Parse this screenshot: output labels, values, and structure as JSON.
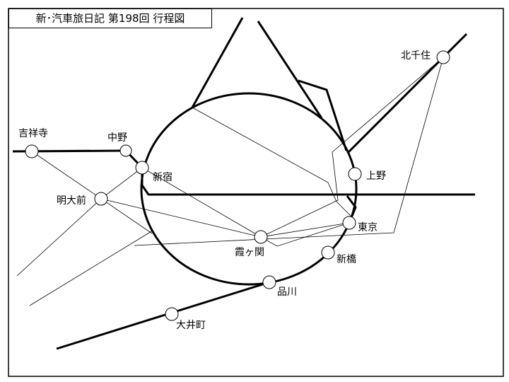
{
  "title": "新･汽車旅日記  第198回  行程図",
  "stations": {
    "kichijoji": "吉祥寺",
    "nakano": "中野",
    "shinjuku": "新宿",
    "meidaimae": "明大前",
    "kasumigaseki": "霞ヶ関",
    "tokyo": "東京",
    "shimbashi": "新橋",
    "shinagawa": "品川",
    "oimachi": "大井町",
    "ueno": "上野",
    "kitasenju": "北千住"
  }
}
